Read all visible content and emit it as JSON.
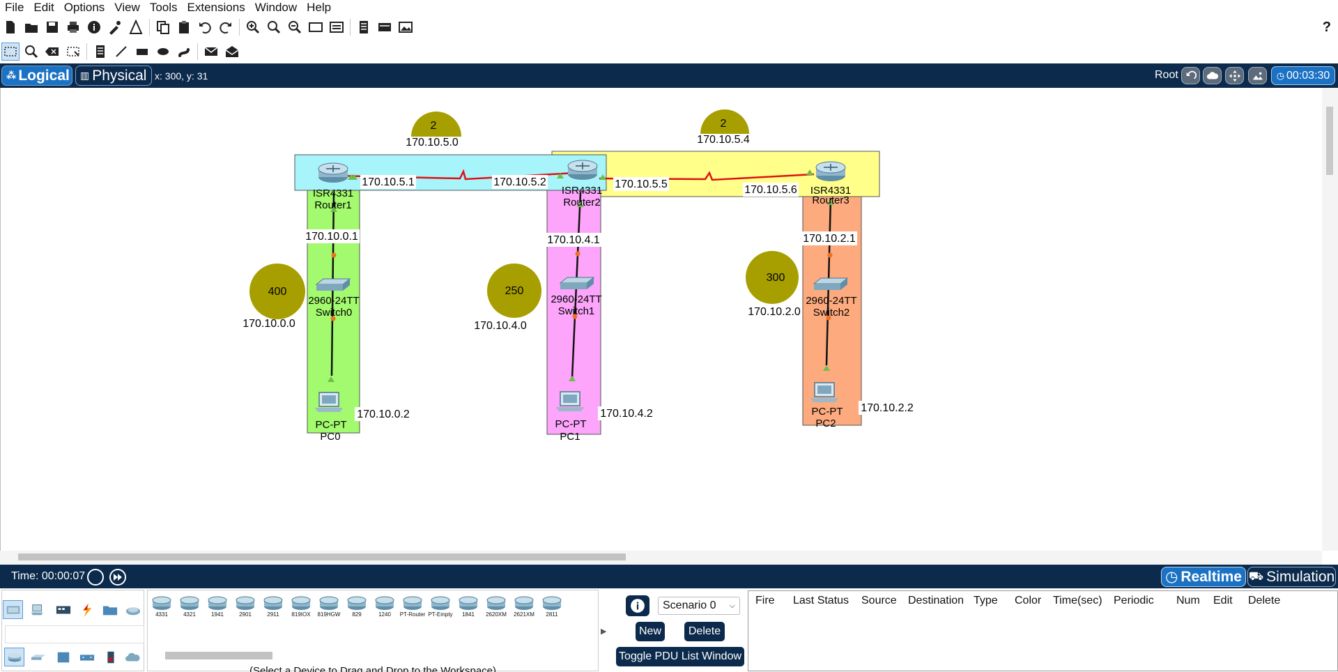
{
  "menu": [
    "File",
    "Edit",
    "Options",
    "View",
    "Tools",
    "Extensions",
    "Window",
    "Help"
  ],
  "toolbar": {
    "help": "?"
  },
  "workspace_bar": {
    "logical": "Logical",
    "physical": "Physical",
    "coords": "x: 300, y: 31",
    "root": "Root",
    "clock": "00:03:30"
  },
  "topology": {
    "networks": [
      {
        "count": "2",
        "address": "170.10.5.0"
      },
      {
        "count": "2",
        "address": "170.10.5.4"
      },
      {
        "count": "400",
        "address": "170.10.0.0"
      },
      {
        "count": "250",
        "address": "170.10.4.0"
      },
      {
        "count": "300",
        "address": "170.10.2.0"
      }
    ],
    "routers": [
      {
        "model": "ISR4331",
        "name": "Router1"
      },
      {
        "model": "ISR4331",
        "name": "Router2"
      },
      {
        "model": "ISR4331",
        "name": "Router3"
      }
    ],
    "switches": [
      {
        "model": "2960-24TT",
        "name": "Switch0"
      },
      {
        "model": "2960-24TT",
        "name": "Switch1"
      },
      {
        "model": "2960-24TT",
        "name": "Switch2"
      }
    ],
    "pcs": [
      {
        "model": "PC-PT",
        "name": "PC0",
        "ip": "170.10.0.2"
      },
      {
        "model": "PC-PT",
        "name": "PC1",
        "ip": "170.10.4.2"
      },
      {
        "model": "PC-PT",
        "name": "PC2",
        "ip": "170.10.2.2"
      }
    ],
    "interfaces": {
      "r1_serial": "170.10.5.1",
      "r2_serial_left": "170.10.5.2",
      "r2_serial_right": "170.10.5.5",
      "r3_serial": "170.10.5.6",
      "r1_lan": "170.10.0.1",
      "r2_lan": "170.10.4.1",
      "r3_lan": "170.10.2.1"
    },
    "colors": {
      "area_wan_left": "#a8f4fb",
      "area_wan_right": "#ffff8a",
      "area_lan0": "#a3fa6e",
      "area_lan1": "#fca5fa",
      "area_lan2": "#fdab7e",
      "network_circle": "#a79f00",
      "serial_link": "#e01010",
      "lan_link": "#111111"
    }
  },
  "status": {
    "time": "Time: 00:00:07",
    "realtime": "Realtime",
    "simulation": "Simulation"
  },
  "devices": [
    "4331",
    "4321",
    "1941",
    "2901",
    "2911",
    "819IOX",
    "819HGW",
    "829",
    "1240",
    "PT-Router",
    "PT-Empty",
    "1841",
    "2620XM",
    "2621XM",
    "2811"
  ],
  "device_hint": "(Select a Device to Drag and Drop to the Workspace)",
  "pdu": {
    "scenario": "Scenario 0",
    "new": "New",
    "delete": "Delete",
    "toggle": "Toggle PDU List Window",
    "columns": [
      "Fire",
      "Last Status",
      "Source",
      "Destination",
      "Type",
      "Color",
      "Time(sec)",
      "Periodic",
      "Num",
      "Edit",
      "Delete"
    ]
  }
}
